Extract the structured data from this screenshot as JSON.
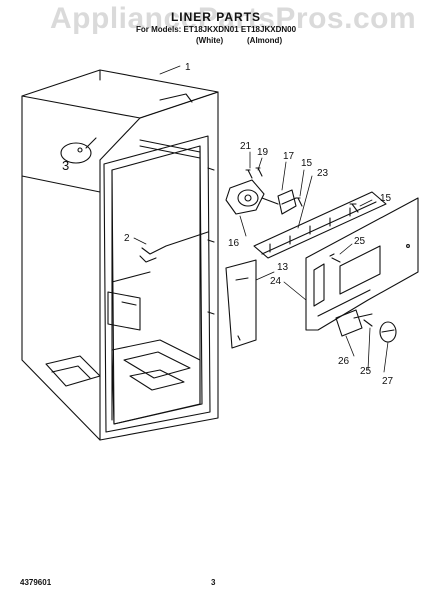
{
  "watermark": "AppliancePartsPros.com",
  "header": {
    "title": "LINER PARTS",
    "subtitle": "For Models: ET18JKXDN01 ET18JKXDN00",
    "variant_white": "(White)",
    "variant_almond": "(Almond)"
  },
  "footer": {
    "part_number": "4379601",
    "page_number": "3"
  },
  "callouts": {
    "c1": "1",
    "c2": "2",
    "c3": "3",
    "c13": "13",
    "c15a": "15",
    "c15b": "15",
    "c16": "16",
    "c17": "17",
    "c19": "19",
    "c21": "21",
    "c23": "23",
    "c24": "24",
    "c25a": "25",
    "c25b": "25",
    "c26": "26",
    "c27": "27"
  }
}
